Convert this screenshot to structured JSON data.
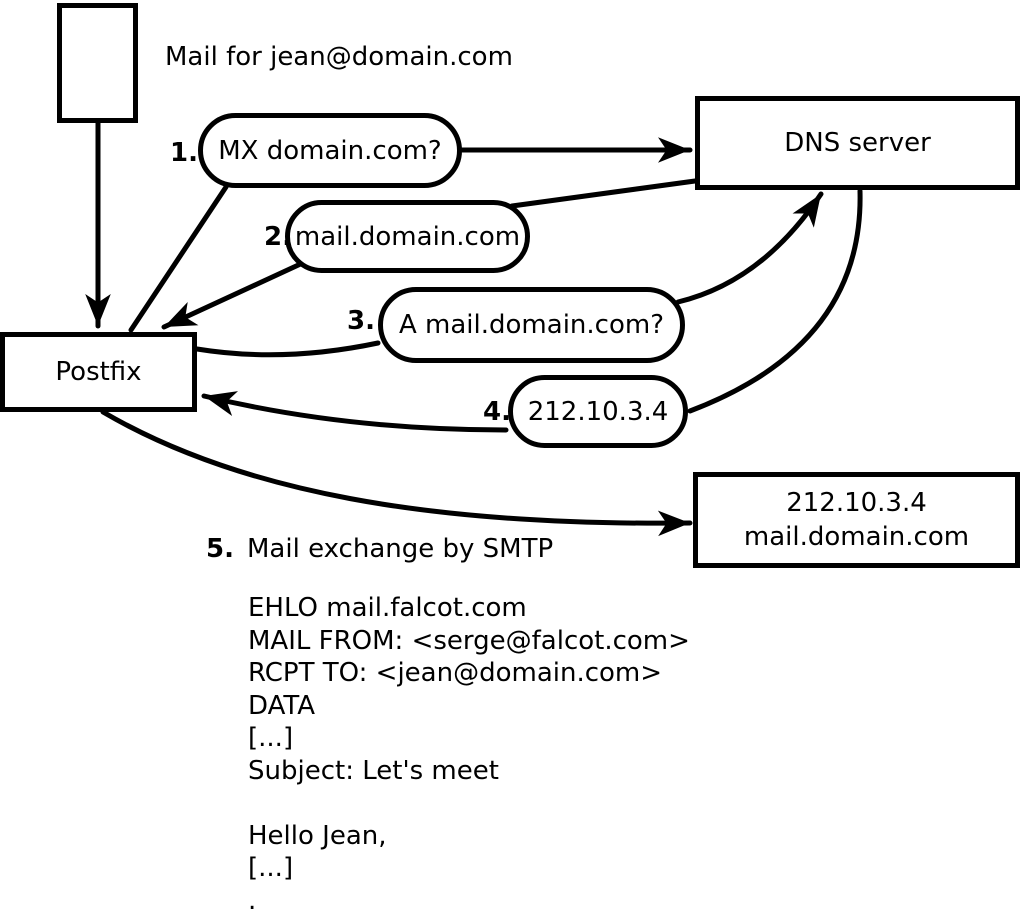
{
  "diagram": {
    "title": "Mail for jean@domain.com",
    "nodes": {
      "postfix": {
        "label": "Postfix"
      },
      "dns_server": {
        "label": "DNS server"
      },
      "mail_server": {
        "line1": "212.10.3.4",
        "line2": "mail.domain.com"
      }
    },
    "steps": [
      {
        "num": "1.",
        "label": "MX domain.com?"
      },
      {
        "num": "2.",
        "label": "mail.domain.com"
      },
      {
        "num": "3.",
        "label": "A mail.domain.com?"
      },
      {
        "num": "4.",
        "label": "212.10.3.4"
      },
      {
        "num": "5.",
        "label": "Mail exchange by SMTP"
      }
    ],
    "smtp_transcript": [
      "EHLO mail.falcot.com",
      "MAIL FROM: <serge@falcot.com>",
      "RCPT TO: <jean@domain.com>",
      "DATA",
      "[...]",
      "Subject: Let's meet",
      "",
      "Hello Jean,",
      "[...]",
      "."
    ],
    "colors": {
      "stroke": "#000000",
      "background": "#ffffff"
    }
  }
}
